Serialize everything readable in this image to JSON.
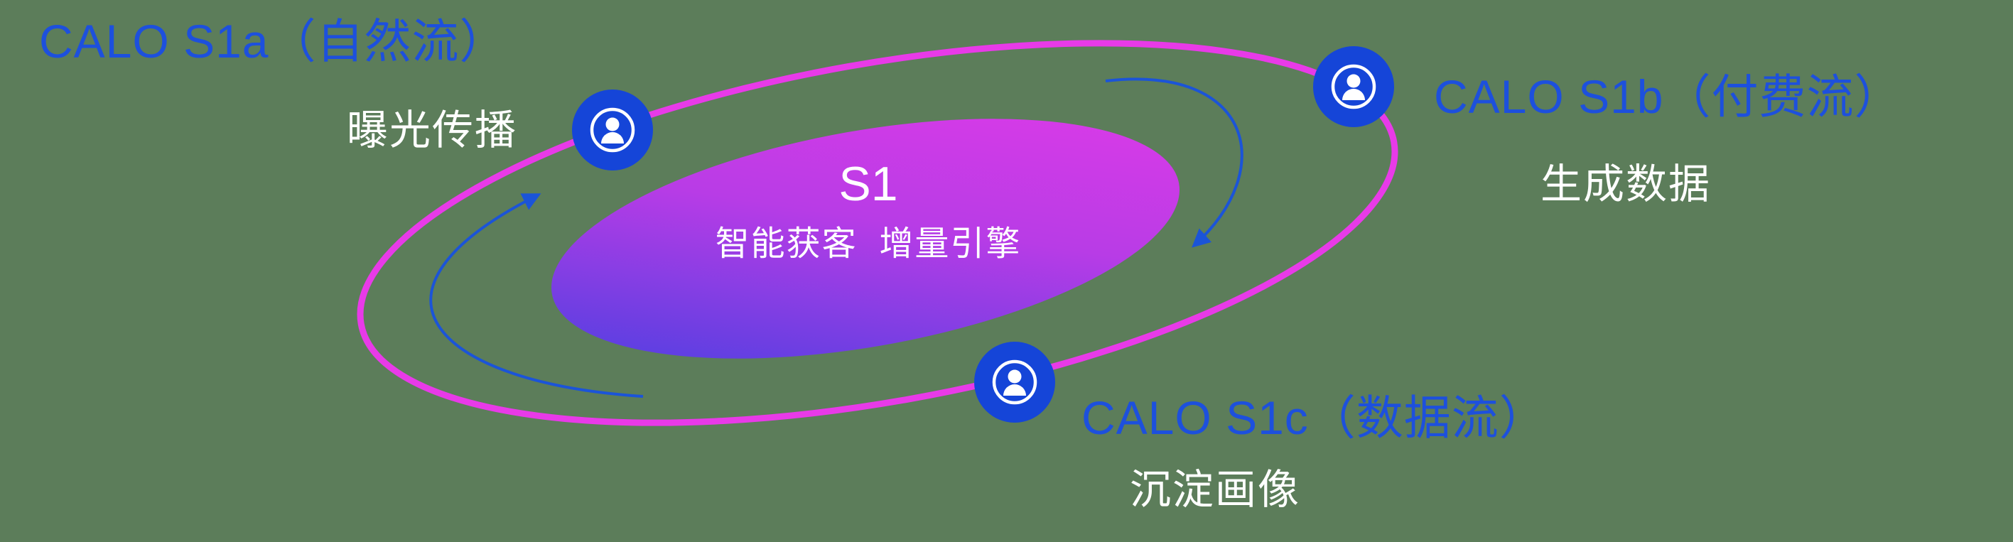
{
  "background_color": "#5c7d5a",
  "colors": {
    "label_blue": "#1d50dd",
    "text_white": "#ffffff",
    "orbit_pink": "#e83ae8",
    "node_blue": "#1545d8",
    "arrow_blue": "#1b54d8",
    "core_gradient_start": "#4040e0",
    "core_gradient_end": "#e23ae8"
  },
  "center": {
    "title": "S1",
    "subtitle": "智能获客  增量引擎"
  },
  "nodes": [
    {
      "id": "s1a",
      "label": "CALO S1a（自然流）",
      "sublabel": "曝光传播",
      "icon": "person-circle-icon",
      "position": "top-left"
    },
    {
      "id": "s1b",
      "label": "CALO S1b（付费流）",
      "sublabel": "生成数据",
      "icon": "person-circle-icon",
      "position": "top-right"
    },
    {
      "id": "s1c",
      "label": "CALO S1c（数据流）",
      "sublabel": "沉淀画像",
      "icon": "person-circle-icon",
      "position": "bottom-center"
    }
  ],
  "arrows": [
    {
      "id": "left-arrow",
      "direction": "counter-clockwise, pointing up toward S1a node"
    },
    {
      "id": "top-right-arrow",
      "direction": "clockwise, pointing down from S1b node toward core"
    }
  ]
}
